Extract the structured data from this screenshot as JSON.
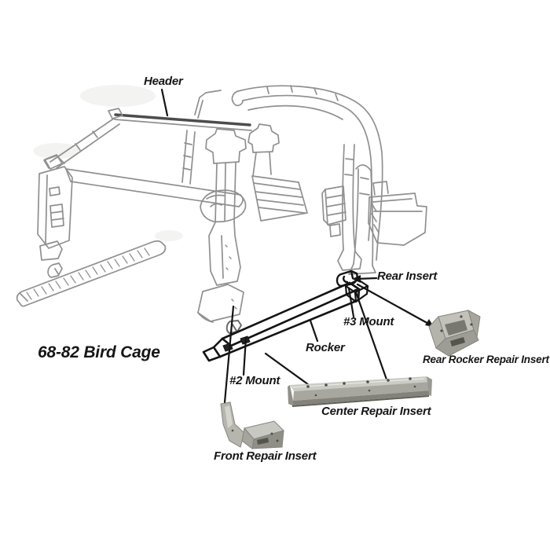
{
  "figure": {
    "title": "68-82 Bird Cage",
    "labels": {
      "header": "Header",
      "rear_insert": "Rear Insert",
      "mount_3": "#3 Mount",
      "rocker": "Rocker",
      "rear_rocker_repair_insert": "Rear Rocker Repair Insert",
      "mount_2": "#2 Mount",
      "center_repair_insert": "Center Repair Insert",
      "front_repair_insert": "Front Repair Insert"
    },
    "colors": {
      "background": "#ffffff",
      "label_text": "#161616",
      "pencil_stroke": "#909090",
      "pencil_dark": "#4c4c4c",
      "bold_stroke": "#141414",
      "metal_light": "#cbcbc5",
      "metal_mid": "#a7a7a0",
      "metal_dark": "#787871"
    }
  }
}
